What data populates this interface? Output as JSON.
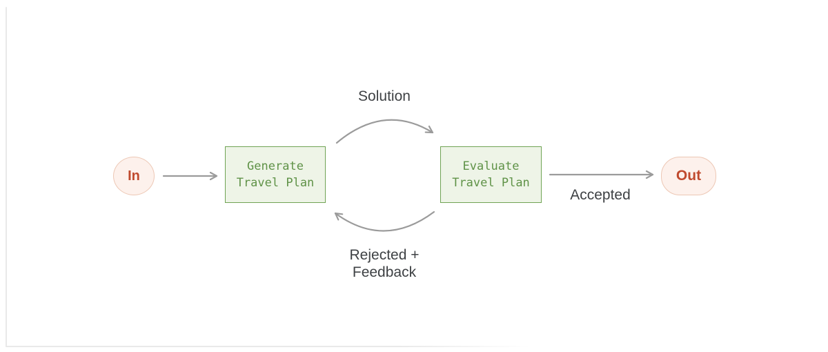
{
  "diagram": {
    "nodes": {
      "input": {
        "label": "In"
      },
      "generate": {
        "label_line1": "Generate",
        "label_line2": "Travel Plan"
      },
      "evaluate": {
        "label_line1": "Evaluate",
        "label_line2": "Travel Plan"
      },
      "output": {
        "label": "Out"
      }
    },
    "edges": {
      "solution": {
        "label": "Solution"
      },
      "accepted": {
        "label": "Accepted"
      },
      "rejected": {
        "label_line1": "Rejected +",
        "label_line2": "Feedback"
      }
    }
  },
  "colors": {
    "box_fill": "#eef4e7",
    "box_border": "#6fa353",
    "box_text": "#5f9247",
    "terminal_fill": "#fdf1ec",
    "terminal_border": "#edc7b4",
    "terminal_text": "#c04a2e",
    "arrow": "#9b9b9b",
    "label_text": "#3e4144",
    "frame_line": "#e9e9e9"
  }
}
